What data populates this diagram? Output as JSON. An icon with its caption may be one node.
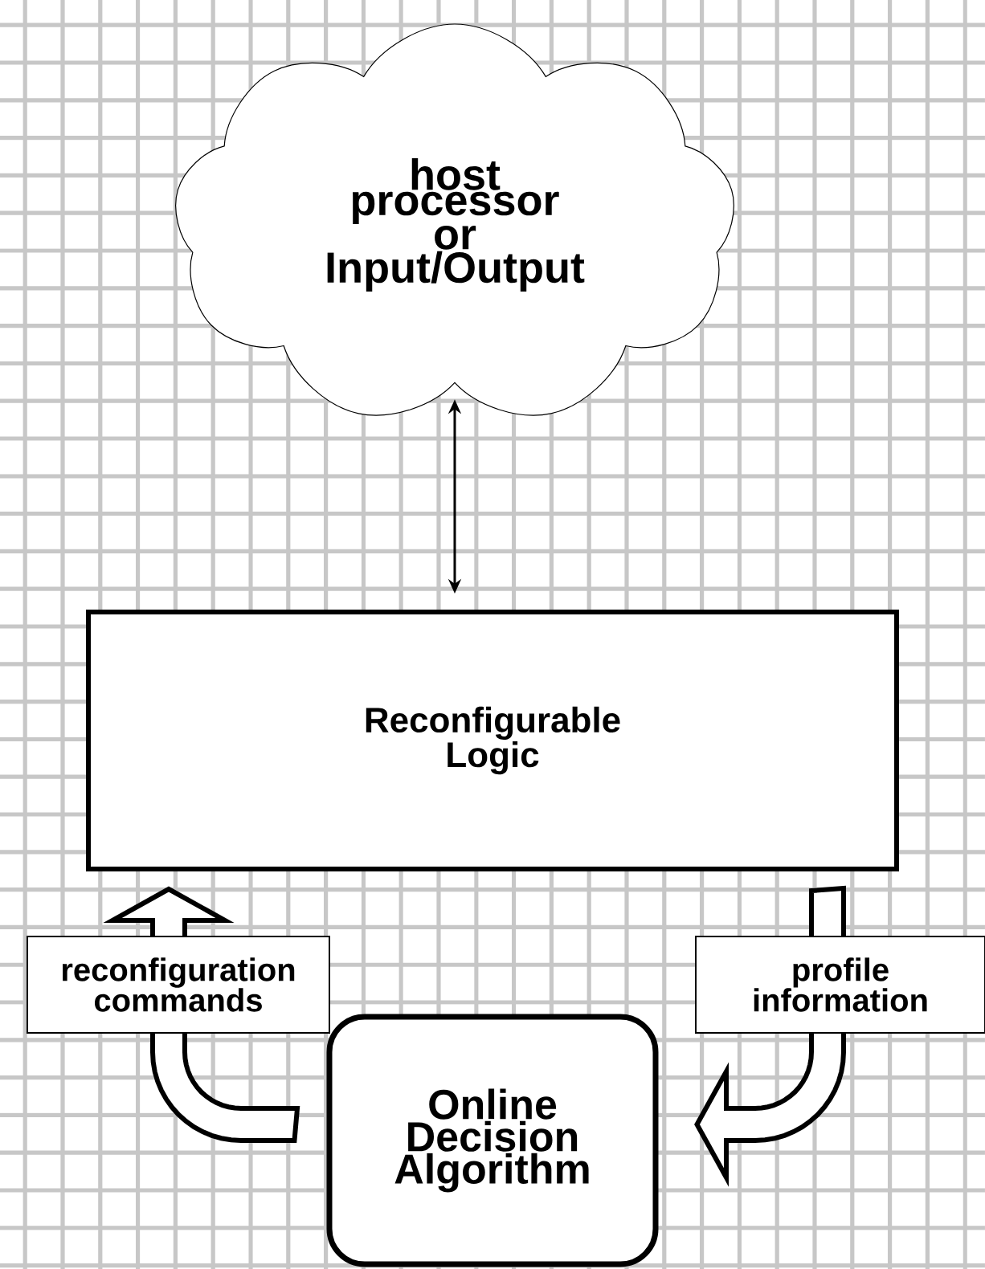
{
  "diagram": {
    "nodes": [
      {
        "text": [
          "host processor or Input/Output"
        ]
      },
      {
        "text": [
          "Reconfigurable Logic"
        ]
      },
      {
        "text": [
          "Online Decision Algorithm"
        ]
      }
    ],
    "edges": [
      {
        "from": 0,
        "to": 1,
        "arrow": "both"
      },
      {
        "from": 2,
        "to": 1,
        "arrow": "to",
        "label": "reconfiguration commands"
      },
      {
        "from": 1,
        "to": 2,
        "arrow": "to",
        "label": "profile information"
      }
    ]
  }
}
